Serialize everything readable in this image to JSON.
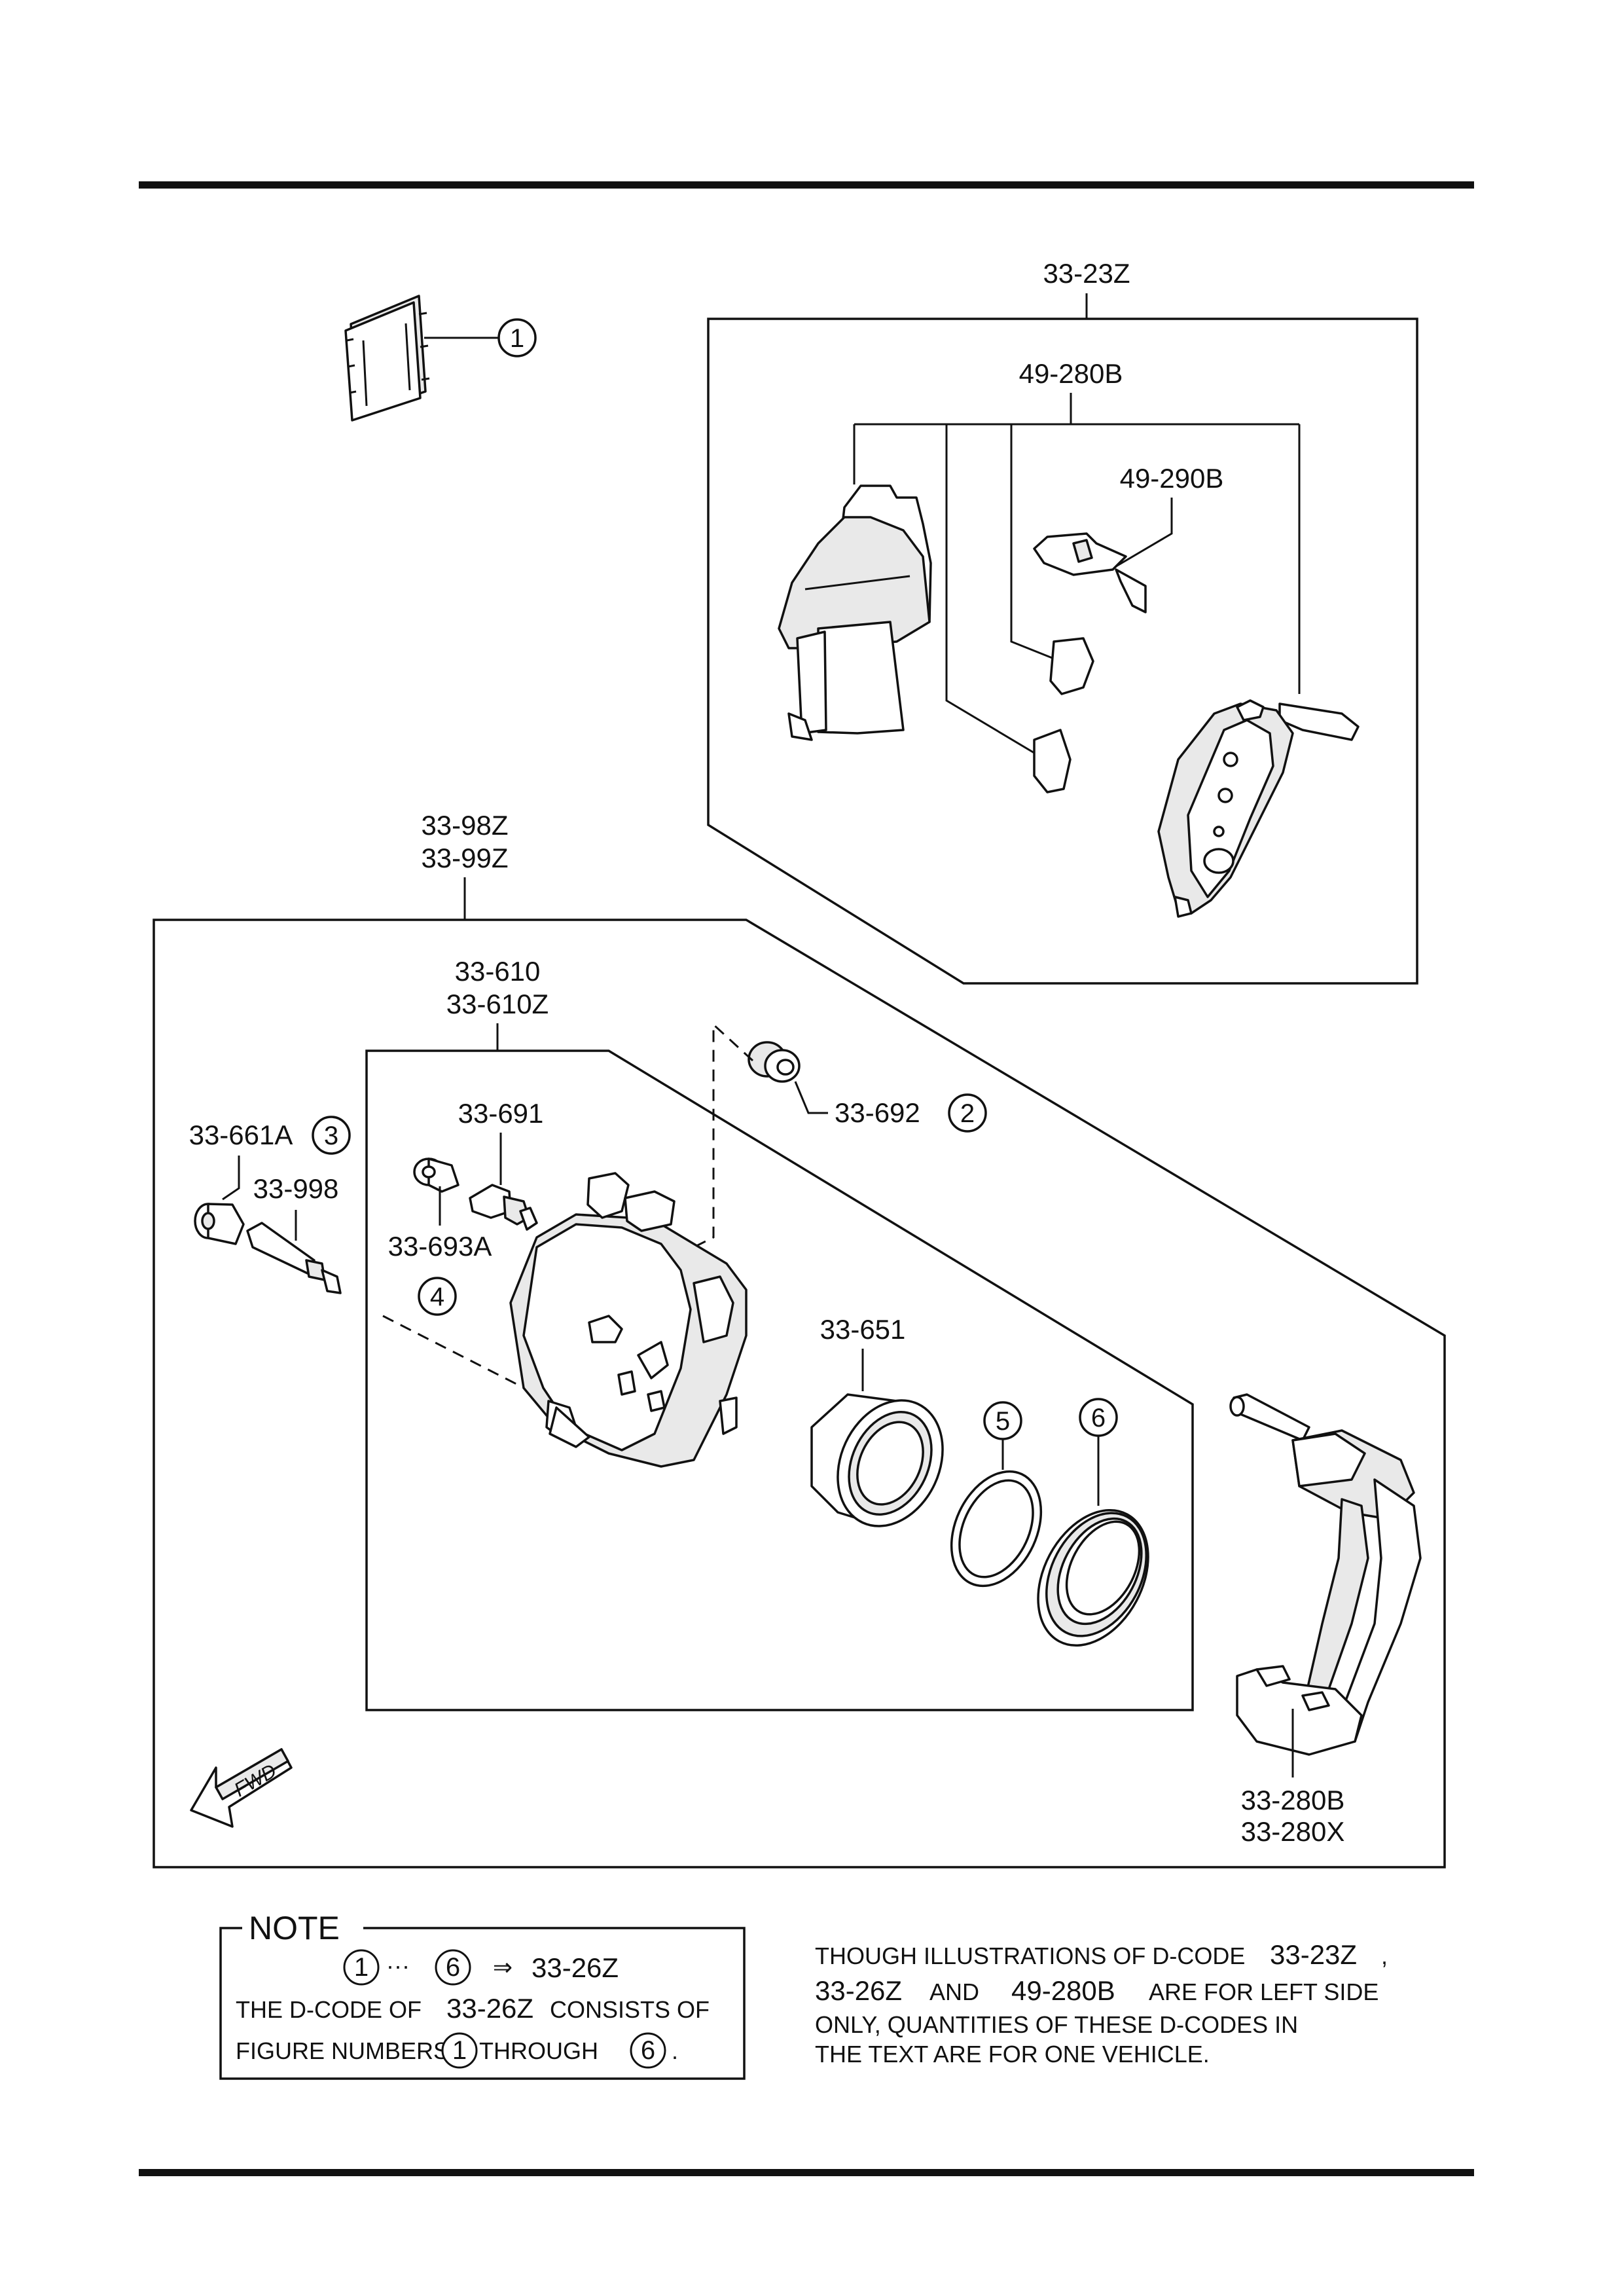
{
  "labels": {
    "pad_kit": "33-23Z",
    "shim_kit": "49-280B",
    "clip": "49-290B",
    "caliper_asm_lh": "33-98Z",
    "caliper_asm_rh": "33-99Z",
    "caliper_body": "33-610",
    "caliper_body_alt": "33-610Z",
    "bleeder_cap": "33-692",
    "bleeder_screw": "33-691",
    "boot_small": "33-693A",
    "guide_boot": "33-661A",
    "guide_pin": "33-998",
    "piston": "33-651",
    "bracket": "33-280B",
    "bracket_alt": "33-280X",
    "fwd": "FWD"
  },
  "callouts": {
    "c1": "1",
    "c2": "2",
    "c3": "3",
    "c4": "4",
    "c5": "5",
    "c6": "6"
  },
  "note": {
    "title": "NOTE",
    "line1_dots": "···",
    "line1_arrow": "⇒",
    "line1_code": "33-26Z",
    "line2_a": "THE D-CODE OF",
    "line2_code": "33-26Z",
    "line2_b": "CONSISTS OF",
    "line3_a": "FIGURE NUMBERS",
    "line3_b": "THROUGH",
    "line3_end": "."
  },
  "footnote": {
    "l1_a": "THOUGH ILLUSTRATIONS OF D-CODE",
    "l1_code": "33-23Z",
    "l1_end": ",",
    "l2_code1": "33-26Z",
    "l2_and": "AND",
    "l2_code2": "49-280B",
    "l2_b": "ARE FOR LEFT SIDE",
    "l3": "ONLY, QUANTITIES OF THESE D-CODES IN",
    "l4": "THE TEXT ARE FOR ONE VEHICLE."
  }
}
